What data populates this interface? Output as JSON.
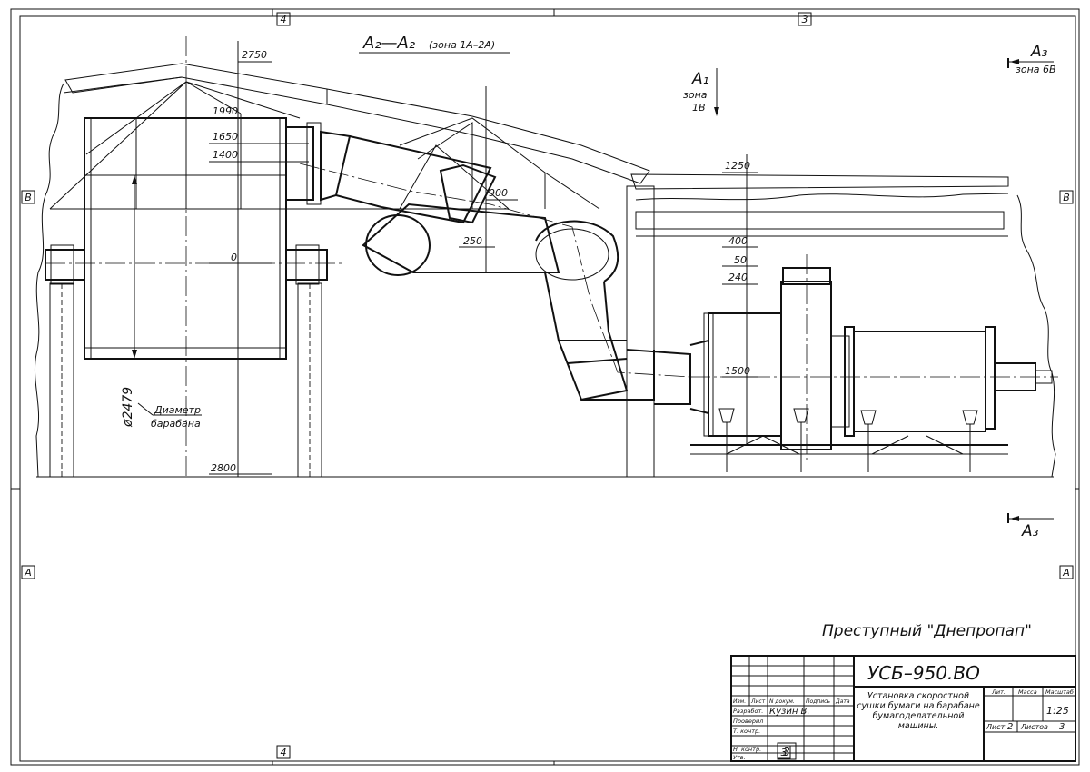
{
  "section_label": "A₂—A₂",
  "section_zone": "(зона  1А–2А)",
  "view_a1": {
    "letter": "A₁",
    "zone_line1": "зона",
    "zone_line2": "1В"
  },
  "view_a3_top": {
    "letter": "A₃",
    "zone": "зона 6В"
  },
  "view_a3_bottom": {
    "letter": "A₃"
  },
  "zone_marks": {
    "top_left": "4",
    "top_right": "3",
    "bottom_left": "4",
    "bottom_right": "3",
    "left_upper": "В",
    "left_lower": "А",
    "right_upper": "В",
    "right_lower": "А"
  },
  "dimensions": {
    "d2750": "2750",
    "d1990": "1990",
    "d1650": "1650",
    "d1400": "1400",
    "d0": "0",
    "d2800": "2800",
    "d900": "900",
    "d250": "250",
    "d1250": "1250",
    "d400": "400",
    "d50": "50",
    "d240": "240",
    "d1500": "1500",
    "diameter": "ø2479"
  },
  "callout": {
    "line1": "Диаметр",
    "line2": "барабана"
  },
  "stamp_text": "Преступный \"Днепропап\"",
  "title_block": {
    "doc_code": "УСБ–950.ВО",
    "title_lines": [
      "Установка скоростной",
      "сушки бумаги на барабане",
      "бумагоделательной",
      "машины."
    ],
    "col_headers": [
      "Изм.",
      "Лист",
      "N докум.",
      "Подпись",
      "Дата"
    ],
    "row_labels": [
      "Разработ.",
      "Проверил",
      "Т. контр.",
      "",
      "Н. контр.",
      "Утв."
    ],
    "developer_name": "Кузин В.",
    "sheet_box_number": "3",
    "lit_label": "Лит.",
    "mass_label": "Масса",
    "scale_label": "Масштаб",
    "scale_value": "1:25",
    "sheet_label": "Лист",
    "sheet_value": "2",
    "sheets_label": "Листов",
    "sheets_value": "3"
  }
}
